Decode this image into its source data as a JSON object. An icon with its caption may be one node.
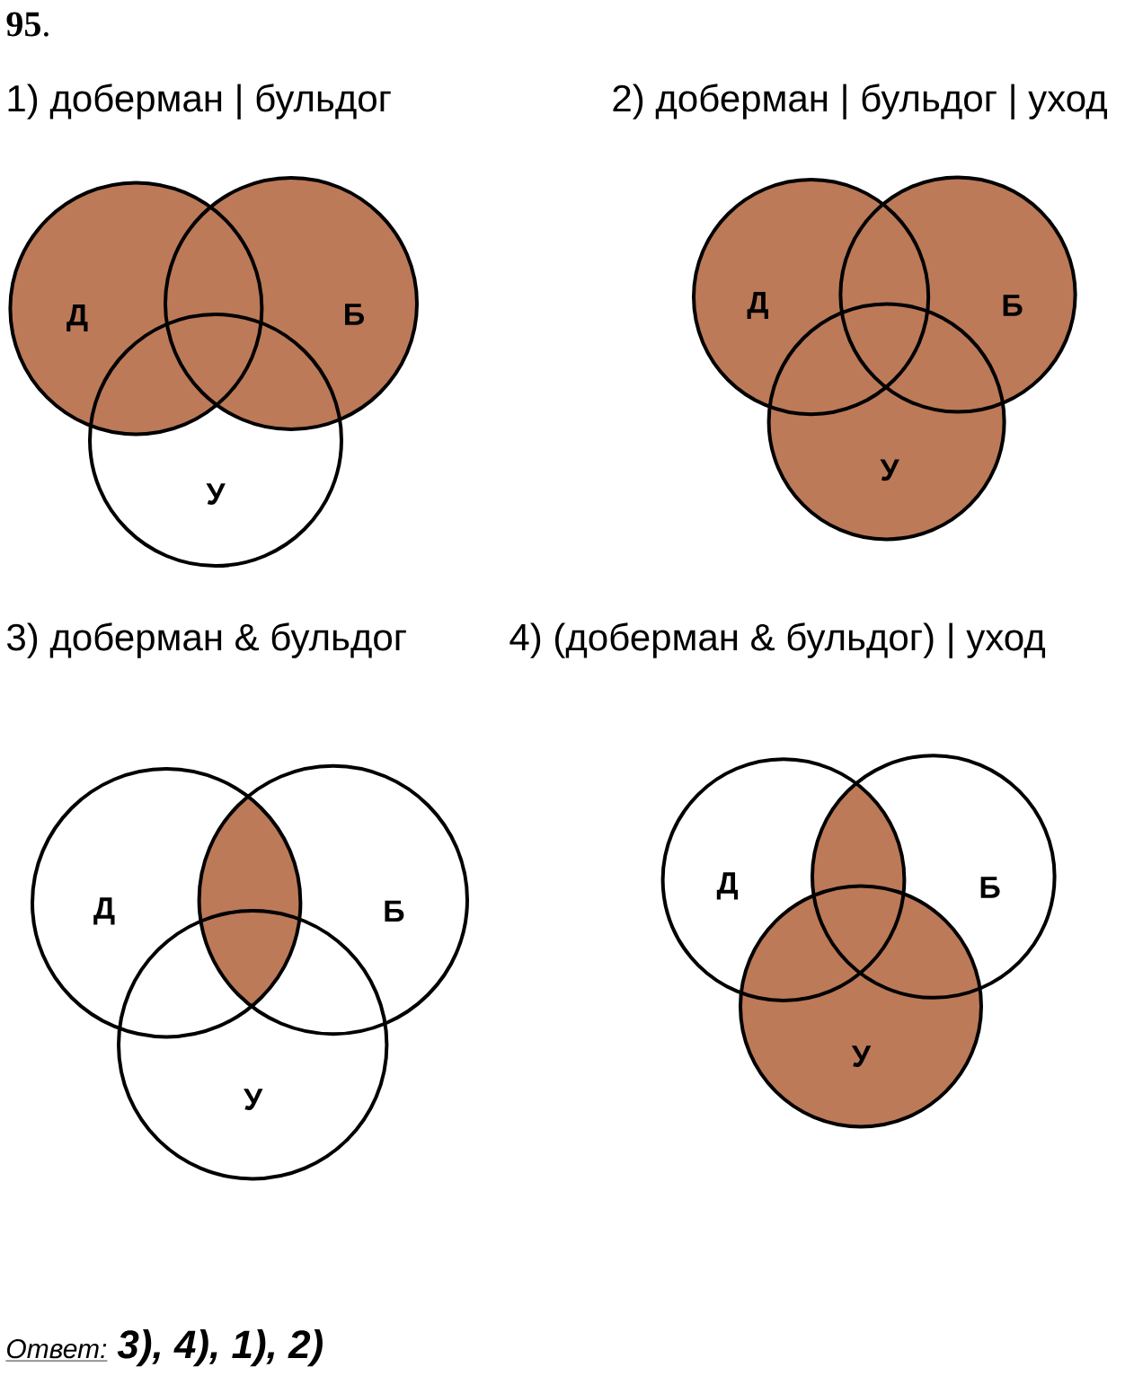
{
  "diagram": {
    "title": "**95**.",
    "nodes": [
      {
        "text": [
          "Д"
        ]
      },
      {
        "text": [
          "Б"
        ]
      },
      {
        "text": [
          "У"
        ]
      },
      {
        "text": [
          "Д"
        ]
      },
      {
        "text": [
          "Б"
        ]
      },
      {
        "text": [
          "У"
        ]
      },
      {
        "text": [
          "Д"
        ]
      },
      {
        "text": [
          "Б"
        ]
      },
      {
        "text": [
          "У"
        ]
      },
      {
        "text": [
          "Д"
        ]
      },
      {
        "text": [
          "Б"
        ]
      },
      {
        "text": [
          "У"
        ]
      }
    ],
    "labels": [
      "1) доберман | бульдог",
      "2) доберман | бульдог | уход",
      "3) доберман & бульдог",
      "4) (доберман & бульдог) | уход",
      "Ответ:",
      "3), 4), 1), 2)"
    ]
  }
}
